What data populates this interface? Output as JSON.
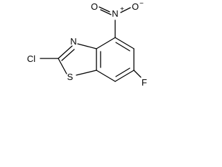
{
  "molecule": {
    "atoms": {
      "nitro_n": "N",
      "nitro_n_charge": "+",
      "nitro_o_left": "O",
      "nitro_o_right": "O",
      "nitro_o_right_charge": "−",
      "ring_n": "N",
      "chlorine": "Cl",
      "sulfur": "S",
      "fluorine": "F"
    }
  }
}
